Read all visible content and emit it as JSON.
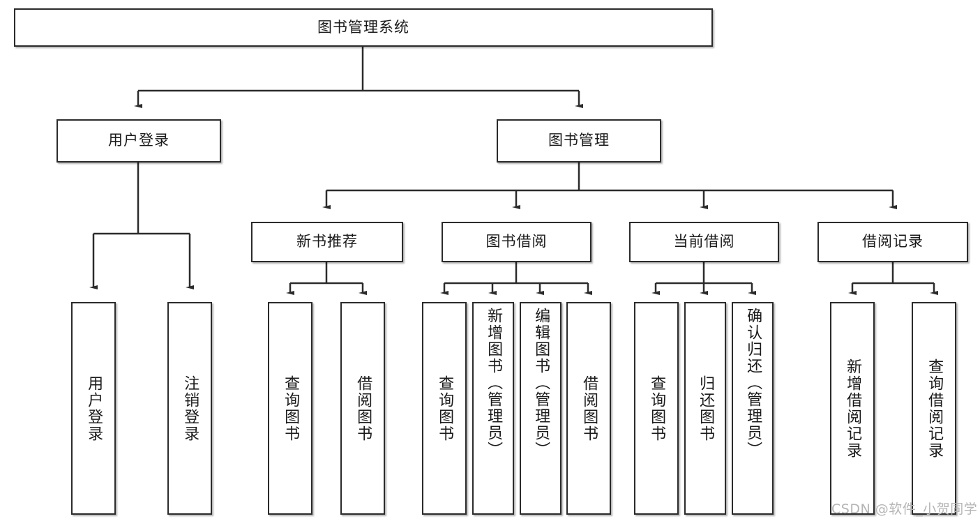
{
  "diagram": {
    "title": "图书管理系统",
    "type": "tree-hierarchy",
    "watermark": "CSDN @软件_小贺同学",
    "colors": {
      "box_border": "#2b2b2b",
      "box_fill": "#ffffff",
      "connector": "#2b2b2b",
      "page_background": "#ffffff",
      "watermark_text": "#b5b5b5"
    },
    "root": {
      "label": "图书管理系统"
    },
    "level2": [
      {
        "label": "用户登录"
      },
      {
        "label": "图书管理"
      }
    ],
    "level3": [
      {
        "label": "新书推荐"
      },
      {
        "label": "图书借阅"
      },
      {
        "label": "当前借阅"
      },
      {
        "label": "借阅记录"
      }
    ],
    "leaves": {
      "user_login": [
        {
          "label": "用户登录"
        },
        {
          "label": "注销登录"
        }
      ],
      "new_book_recommend": [
        {
          "label": "查询图书"
        },
        {
          "label": "借阅图书"
        }
      ],
      "book_borrow": [
        {
          "label": "查询图书"
        },
        {
          "label": "新增图书（管理员）"
        },
        {
          "label": "编辑图书（管理员）"
        },
        {
          "label": "借阅图书"
        }
      ],
      "current_borrow": [
        {
          "label": "查询图书"
        },
        {
          "label": "归还图书"
        },
        {
          "label": "确认归还（管理员）"
        }
      ],
      "borrow_record": [
        {
          "label": "新增借阅记录"
        },
        {
          "label": "查询借阅记录"
        }
      ]
    }
  }
}
